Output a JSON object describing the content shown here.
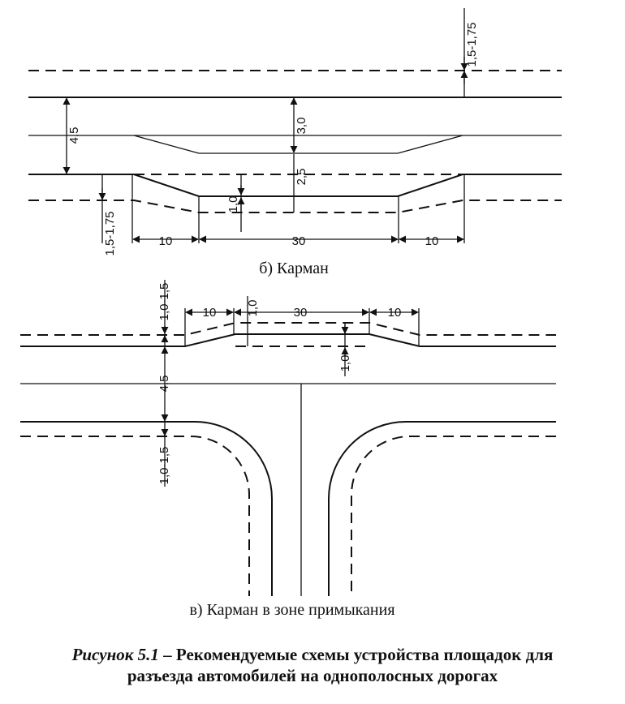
{
  "diagram_b": {
    "caption": "б) Карман",
    "dims": {
      "top_shoulder": "1,5-1,75",
      "road_width": "4,5",
      "upper_half": "3,0",
      "lower_half": "2,5",
      "pocket_width": "1,0",
      "bottom_shoulder": "1,5-1,75",
      "taper_left": "10",
      "length": "30",
      "taper_right": "10"
    }
  },
  "diagram_v": {
    "caption": "в) Карман в зоне примыкания",
    "dims": {
      "top_shoulder": "1,0-1,5",
      "taper_left": "10",
      "pocket_top": "1,0",
      "length": "30",
      "taper_right": "10",
      "pocket_side": "1,0",
      "road_width": "4,5",
      "bottom_shoulder": "1,0-1,5"
    }
  },
  "figure": {
    "title_italic": "Рисунок 5.1",
    "title_rest": " – Рекомендуемые схемы устройства площадок для",
    "title_line2": "разъезда автомобилей на однополосных дорогах"
  }
}
